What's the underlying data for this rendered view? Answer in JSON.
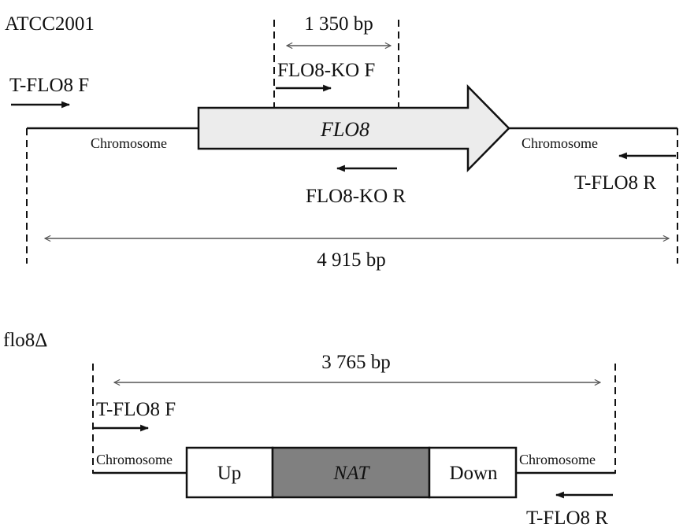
{
  "wild_type": {
    "strain_label": "ATCC2001",
    "gene_label": "FLO8",
    "chromosome_left": "Chromosome",
    "chromosome_right": "Chromosome",
    "primer_t_flo8_f": "T-FLO8 F",
    "primer_t_flo8_r": "T-FLO8 R",
    "primer_ko_f": "FLO8-KO F",
    "primer_ko_r": "FLO8-KO R",
    "inner_span": "1 350 bp",
    "total_span": "4 915 bp"
  },
  "mutant": {
    "strain_label": "flo8Δ",
    "total_span": "3 765 bp",
    "primer_t_flo8_f": "T-FLO8 F",
    "primer_t_flo8_r": "T-FLO8 R",
    "chromosome_left": "Chromosome",
    "chromosome_right": "Chromosome",
    "box_up": "Up",
    "box_nat": "NAT",
    "box_down": "Down"
  },
  "colors": {
    "line": "#111111",
    "gene_fill": "#ececec",
    "nat_fill": "#808080",
    "span_arrow": "#555555"
  }
}
